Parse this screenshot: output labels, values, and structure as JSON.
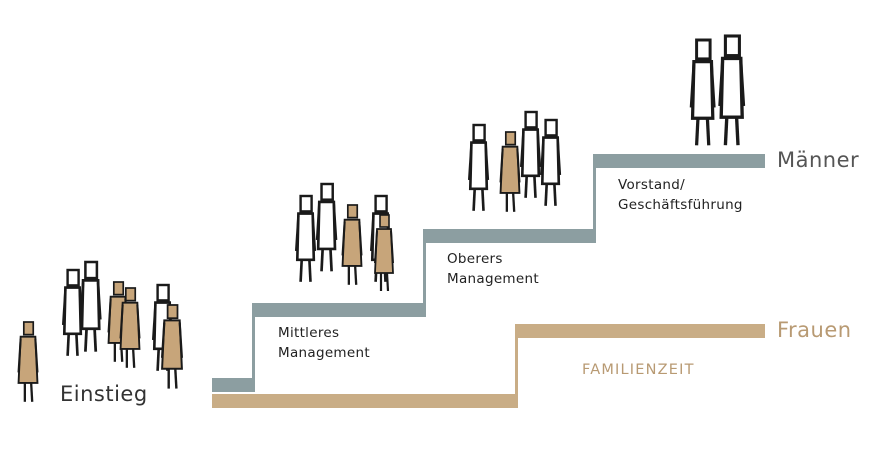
{
  "colors": {
    "men_track": "#8c9ea1",
    "women_track": "#c9ad86",
    "figure_fill": "#c7a57a",
    "ink": "#1a1a1a",
    "label_text": "#222222",
    "maenner_text": "#555555",
    "frauen_text": "#b89a73",
    "familienzeit_text": "#b89a73"
  },
  "labels": {
    "einstieg": "Einstieg",
    "mittleres_1": "Mittleres",
    "mittleres_2": "Management",
    "oberes_1": "Oberers",
    "oberes_2": "Management",
    "vorstand_1": "Vorstand/",
    "vorstand_2": "Geschäftsführung",
    "maenner": "Männer",
    "frauen": "Frauen",
    "familienzeit": "FAMILIENZEIT"
  },
  "icons": [
    "person-figure-icon"
  ]
}
